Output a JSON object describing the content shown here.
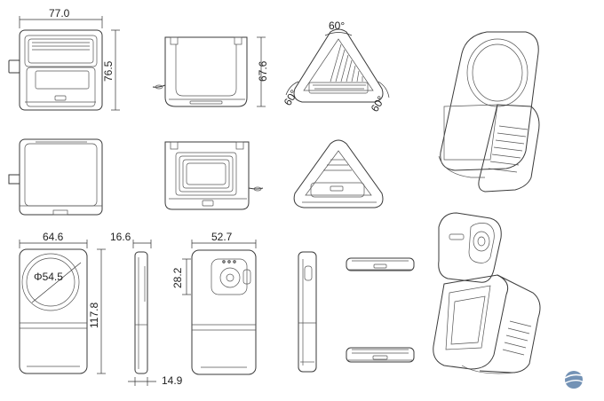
{
  "dimensions": {
    "top_width": "77.0",
    "top_height": "76.5",
    "front_height": "67.6",
    "angle_top": "60°",
    "angle_left": "60°",
    "angle_right": "60°",
    "phone_width": "64.6",
    "side_depth": "16.6",
    "back_width": "52.7",
    "circle_diameter": "Φ54.5",
    "phone_height": "117.8",
    "camera_offset": "28.2",
    "side_bottom": "14.9"
  },
  "colors": {
    "line": "#3a3a3a",
    "text": "#222222",
    "logo": "#5a7fa8"
  }
}
